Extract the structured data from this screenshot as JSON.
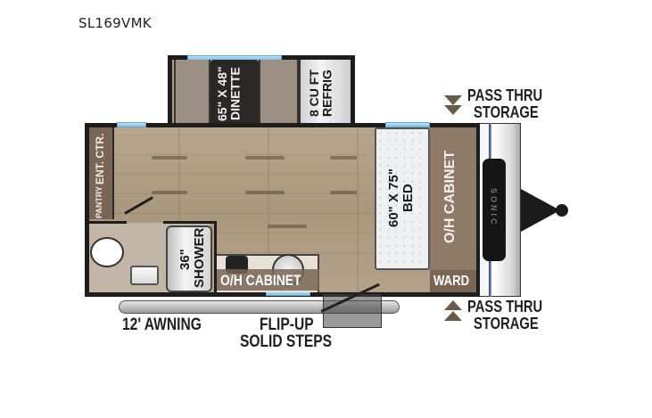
{
  "header": {
    "model": "SL169VMK"
  },
  "floorplan": {
    "dinette": {
      "line1": "65\" X 48\"",
      "line2": "DINETTE"
    },
    "refrigerator": {
      "line1": "8 CU FT",
      "line2": "REFRIG"
    },
    "pantry": "PANTRY",
    "entertainment_center": "ENT. CTR.",
    "shower": {
      "line1": "36\"",
      "line2": "SHOWER"
    },
    "galley_cabinet": "O/H CABINET",
    "bed": {
      "line1": "60\" X 75\"",
      "line2": "BED"
    },
    "front_cabinet": "O/H CABINET",
    "wardrobe": "WARD",
    "pass_thru_top": {
      "line1": "PASS THRU",
      "line2": "STORAGE"
    },
    "pass_thru_bottom": {
      "line1": "PASS THRU",
      "line2": "STORAGE"
    },
    "awning": "12' AWNING",
    "steps": {
      "line1": "FLIP-UP",
      "line2": "SOLID STEPS"
    },
    "brand_badge": "SONIC"
  },
  "colors": {
    "outline": "#1d1d1d",
    "floor": "#b3a189",
    "cabinet": "#8f7a67",
    "window": "#7fc0e8",
    "cap_stripe": "#1f3a8a"
  }
}
